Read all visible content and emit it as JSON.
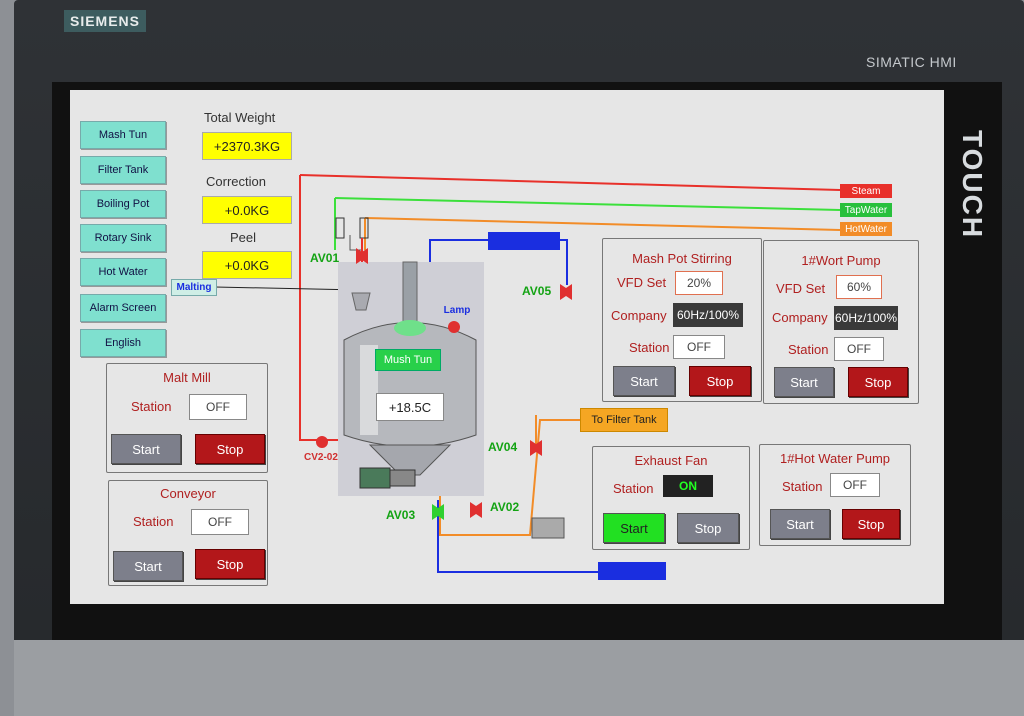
{
  "device": {
    "brand": "SIEMENS",
    "model": "SIMATIC HMI",
    "touch": "TOUCH"
  },
  "nav": [
    {
      "label": "Mash Tun"
    },
    {
      "label": "Filter Tank"
    },
    {
      "label": "Boiling Pot"
    },
    {
      "label": "Rotary Sink"
    },
    {
      "label": "Hot Water"
    },
    {
      "label": "Alarm Screen"
    },
    {
      "label": "English"
    }
  ],
  "weights": {
    "total_label": "Total Weight",
    "total_value": "+2370.3KG",
    "correction_label": "Correction",
    "correction_value": "+0.0KG",
    "peel_label": "Peel",
    "peel_value": "+0.0KG"
  },
  "malt_mill": {
    "title": "Malt Mill",
    "station_label": "Station",
    "station_value": "OFF",
    "start": "Start",
    "stop": "Stop"
  },
  "conveyor": {
    "title": "Conveyor",
    "station_label": "Station",
    "station_value": "OFF",
    "start": "Start",
    "stop": "Stop"
  },
  "mash_pot": {
    "title": "Mash Pot Stirring",
    "vfd_label": "VFD Set",
    "vfd_value": "20%",
    "company_label": "Company",
    "company_value": "60Hz/100%",
    "station_label": "Station",
    "station_value": "OFF",
    "start": "Start",
    "stop": "Stop"
  },
  "wort_pump": {
    "title": "1#Wort Pump",
    "vfd_label": "VFD Set",
    "vfd_value": "60%",
    "company_label": "Company",
    "company_value": "60Hz/100%",
    "station_label": "Station",
    "station_value": "OFF",
    "start": "Start",
    "stop": "Stop"
  },
  "exhaust_fan": {
    "title": "Exhaust Fan",
    "station_label": "Station",
    "station_value": "ON",
    "start": "Start",
    "stop": "Stop"
  },
  "hot_water_pump": {
    "title": "1#Hot Water Pump",
    "station_label": "Station",
    "station_value": "OFF",
    "start": "Start",
    "stop": "Stop"
  },
  "process": {
    "tank_label": "Mush Tun",
    "temperature": "+18.5C",
    "malting_tag": "Malting",
    "lamp_label": "Lamp",
    "steam_tag": "Steam",
    "tapwater_tag": "TapWater",
    "hotwater_tag": "HotWater",
    "to_filter_tag": "To Filter Tank",
    "valves": {
      "av01": "AV01",
      "av02": "AV02",
      "av03": "AV03",
      "av04": "AV04",
      "av05": "AV05",
      "cv202": "CV2-02"
    }
  },
  "colors": {
    "steam": "#e8302a",
    "tapwater": "#3ce03c",
    "hotwater": "#f28c28",
    "blue_line": "#1a2ee0",
    "green_btn": "#22e022",
    "red_btn": "#b3171a"
  }
}
